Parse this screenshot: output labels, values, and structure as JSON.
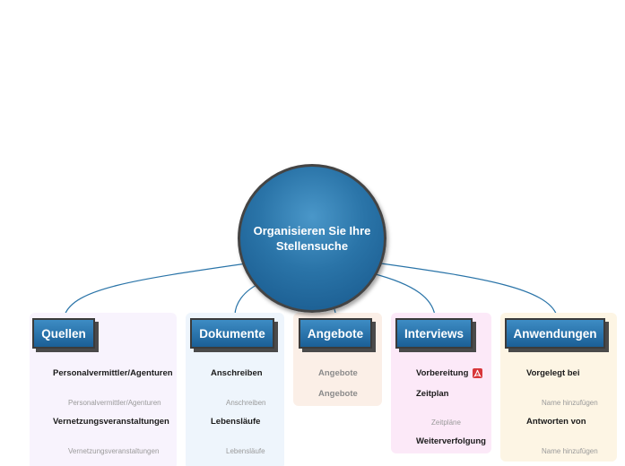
{
  "central_topic": "Organisieren Sie Ihre Stellensuche",
  "branches": [
    {
      "title": "Quellen",
      "items": [
        {
          "label": "Personalvermittler/Agenturen",
          "subitems": [
            "Personalvermittler/Agenturen"
          ]
        },
        {
          "label": "Vernetzungsveranstaltungen",
          "subitems": [
            "Vernetzungsveranstaltungen"
          ]
        }
      ]
    },
    {
      "title": "Dokumente",
      "items": [
        {
          "label": "Anschreiben",
          "subitems": [
            "Anschreiben"
          ]
        },
        {
          "label": "Lebensläufe",
          "subitems": [
            "Lebensläufe"
          ]
        }
      ]
    },
    {
      "title": "Angebote",
      "items": [
        {
          "label": "Angebote",
          "subitems": []
        },
        {
          "label": "Angebote",
          "subitems": []
        }
      ]
    },
    {
      "title": "Interviews",
      "items": [
        {
          "label": "Vorbereitung",
          "subitems": [],
          "icon": "pdf-attachment-icon"
        },
        {
          "label": "Zeitplan",
          "subitems": [
            "Zeitpläne"
          ]
        },
        {
          "label": "Weiterverfolgung",
          "subitems": []
        }
      ]
    },
    {
      "title": "Anwendungen",
      "items": [
        {
          "label": "Vorgelegt bei",
          "subitems": [
            "Name hinzufügen"
          ]
        },
        {
          "label": "Antworten von",
          "subitems": [
            "Name hinzufügen"
          ]
        }
      ]
    }
  ],
  "colors": {
    "topic_blue": "#1b5f96",
    "connector": "#2a74a8",
    "panel_quellen": "#f8f3fd",
    "panel_dokumente": "#eef5fc",
    "panel_angebote": "#fbefe7",
    "panel_interviews": "#fce9f8",
    "panel_anwendungen": "#fdf5e4",
    "attachment_red": "#d8363a"
  }
}
